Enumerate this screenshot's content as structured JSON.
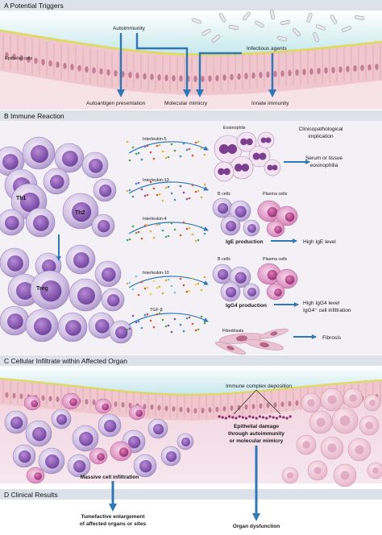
{
  "panels": {
    "a": {
      "title": "A  Potential Triggers"
    },
    "b": {
      "title": "B  Immune Reaction"
    },
    "c": {
      "title": "C  Cellular Infiltrate within Affected Organ"
    },
    "d": {
      "title": "D  Clinical Results"
    }
  },
  "triggers": {
    "epithelial_cells": "Epithelial cells",
    "autoimmunity": "Autoimmunity",
    "infectious_agents": "Infectious agents",
    "autoantigen_presentation": "Autoantigen presentation",
    "molecular_mimicry": "Molecular mimicry",
    "innate_immunity": "Innate immunity"
  },
  "immune": {
    "th1": "Th1",
    "th2": "Th2",
    "treg": "Treg",
    "interleukins": [
      "Interleukin-5",
      "Interleukin-13",
      "Interleukin-4",
      "Interleukin-10"
    ],
    "tgf": "TGF-β",
    "eosinophils": "Eosinophils",
    "b_cells_1": "B cells",
    "plasma_cells_1": "Plasma cells",
    "b_cells_2": "B cells",
    "plasma_cells_2": "Plasma cells",
    "fibroblasts": "Fibroblasts",
    "ige_production": "IgE production",
    "igg4_production": "IgG4 production",
    "implication_header_line1": "Clinicopathological",
    "implication_header_line2": "implication",
    "serum_line1": "Serum or tissue",
    "serum_line2": "eosinophilia",
    "high_ige": "High IgE level",
    "high_igg4_line1": "High IgG4 level",
    "high_igg4_line2": "IgG4⁺ cell infiltration",
    "fibrosis": "Fibrosis"
  },
  "infiltrate": {
    "immune_complex": "Immune complex deposition",
    "epithelial_damage_1": "Epithelial damage",
    "epithelial_damage_2": "through autoimmunity",
    "epithelial_damage_3": "or molecular mimicry",
    "massive_infiltration": "Massive cell infiltration"
  },
  "results": {
    "tumefactive_1": "Tumefactive enlargement",
    "tumefactive_2": "of affected organs or sites",
    "organ_dysfunction": "Organ dysfunction"
  },
  "colors": {
    "header_band": "#dde2ea",
    "arrow_blue": "#2f78b8",
    "tissue_pink": "#f3cfd6",
    "lumen_blue": "#cdecef",
    "cell_lavender": "#c9b4dc",
    "plasma_magenta": "#c2569a"
  }
}
